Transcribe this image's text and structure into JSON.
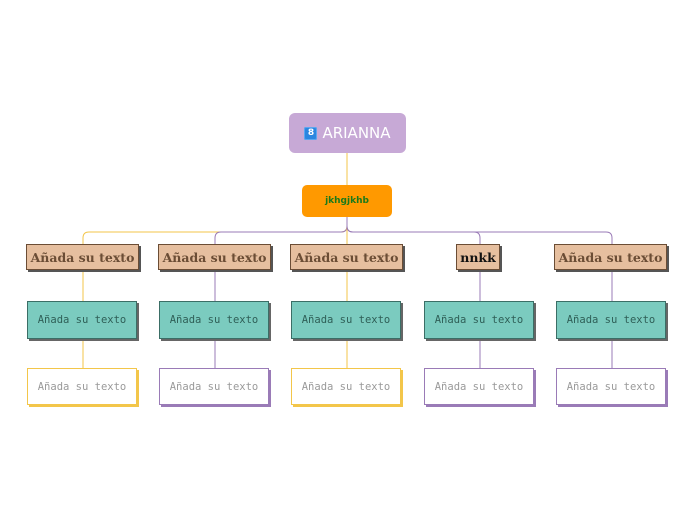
{
  "root": {
    "badge": "8",
    "title": "ARIANNA"
  },
  "child": {
    "label": "jkhgjkhb"
  },
  "branches": [
    {
      "heading": "Añada su texto",
      "item": "Añada su texto",
      "subitem": "Añada su texto"
    },
    {
      "heading": "Añada su texto",
      "item": "Añada su texto",
      "subitem": "Añada su texto"
    },
    {
      "heading": "Añada su texto",
      "item": "Añada su texto",
      "subitem": "Añada su texto"
    },
    {
      "heading": "nnkk",
      "item": "Añada su texto",
      "subitem": "Añada su texto"
    },
    {
      "heading": "Añada su texto",
      "item": "Añada su texto",
      "subitem": "Añada su texto"
    }
  ],
  "colors": {
    "root": "#c7a9d6",
    "child": "#ff9900",
    "heading": "#e6bf9f",
    "item": "#7bcbbf",
    "gold_line": "#f3c64a",
    "purple_line": "#9a7bb7"
  }
}
